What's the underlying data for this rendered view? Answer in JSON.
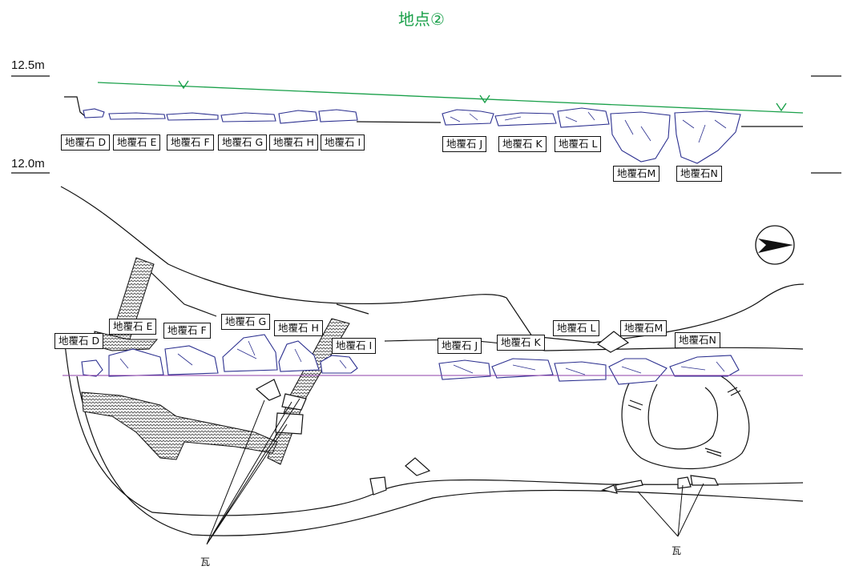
{
  "title": "地点②",
  "elevations": {
    "upper": "12.5m",
    "lower": "12.0m"
  },
  "water_mark": "V",
  "section_labels": [
    "地覆石 D",
    "地覆石 E",
    "地覆石 F",
    "地覆石 G",
    "地覆石 H",
    "地覆石 I",
    "地覆石 J",
    "地覆石 K",
    "地覆石 L",
    "地覆石M",
    "地覆石N"
  ],
  "plan_labels": [
    "地覆石 D",
    "地覆石 E",
    "地覆石 F",
    "地覆石 G",
    "地覆石 H",
    "地覆石 I",
    "地覆石 J",
    "地覆石 K",
    "地覆石 L",
    "地覆石M",
    "地覆石N"
  ],
  "tile_label": "瓦",
  "colors": {
    "title": "#1aa04a",
    "ground_line": "#1aa04a",
    "stone": "#2b2f8f",
    "datum": "#8e3ca8",
    "ink": "#111111"
  },
  "icons": {
    "north_arrow": "north-arrow-icon"
  }
}
